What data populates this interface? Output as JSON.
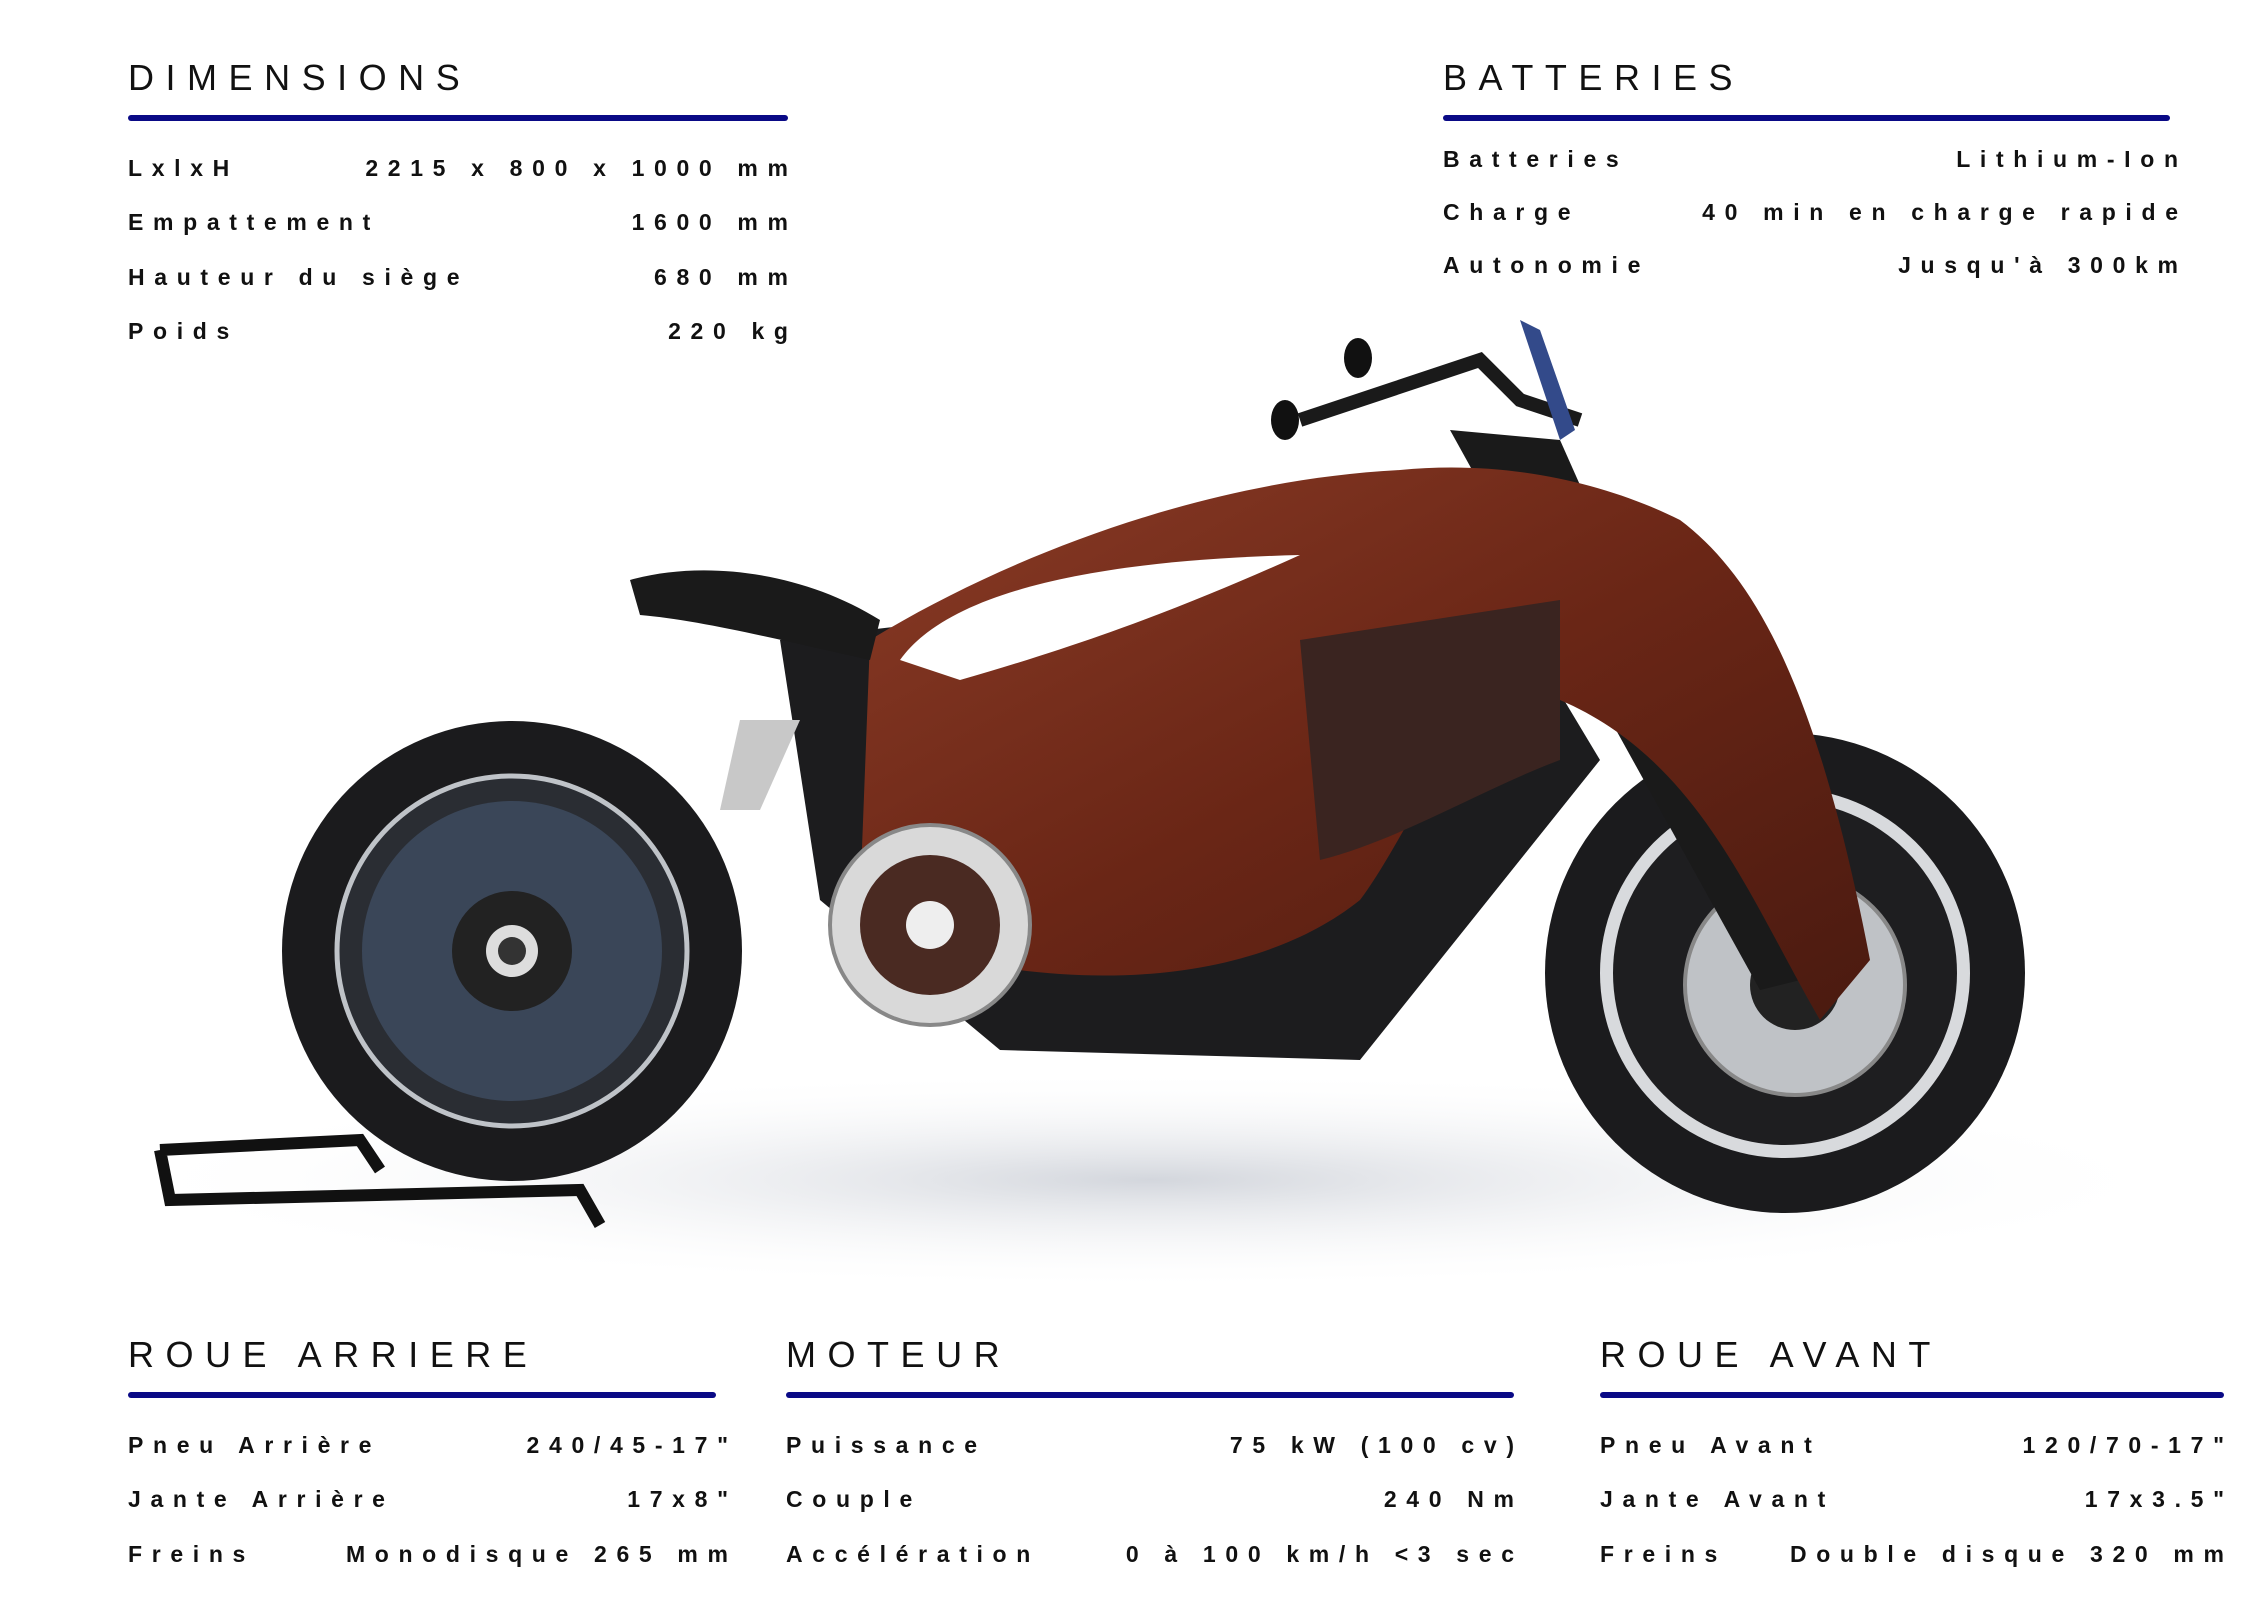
{
  "accent_color": "#0a0a86",
  "sections": {
    "dimensions": {
      "title": "DIMENSIONS",
      "rows": [
        {
          "label": "LxlxH",
          "value": "2215 x 800 x 1000 mm"
        },
        {
          "label": "Empattement",
          "value": "1600 mm"
        },
        {
          "label": "Hauteur du siège",
          "value": "680 mm"
        },
        {
          "label": "Poids",
          "value": "220 kg"
        }
      ]
    },
    "batteries": {
      "title": "BATTERIES",
      "rows": [
        {
          "label": "Batteries",
          "value": "Lithium-Ion"
        },
        {
          "label": "Charge",
          "value": "40 min en charge rapide"
        },
        {
          "label": "Autonomie",
          "value": "Jusqu'à 300km"
        }
      ]
    },
    "rear_wheel": {
      "title": "ROUE ARRIERE",
      "rows": [
        {
          "label": "Pneu Arrière",
          "value": "240/45-17\""
        },
        {
          "label": "Jante Arrière",
          "value": "17x8\""
        },
        {
          "label": "Freins",
          "value": "Monodisque 265 mm"
        }
      ]
    },
    "motor": {
      "title": "MOTEUR",
      "rows": [
        {
          "label": "Puissance",
          "value": "75 kW (100 cv)"
        },
        {
          "label": "Couple",
          "value": "240 Nm"
        },
        {
          "label": "Accélération",
          "value": "0 à 100 km/h <3 sec"
        }
      ]
    },
    "front_wheel": {
      "title": "ROUE AVANT",
      "rows": [
        {
          "label": "Pneu Avant",
          "value": "120/70-17\""
        },
        {
          "label": "Jante Avant",
          "value": "17x3.5\""
        },
        {
          "label": "Freins",
          "value": "Double disque 320 mm"
        }
      ]
    }
  }
}
